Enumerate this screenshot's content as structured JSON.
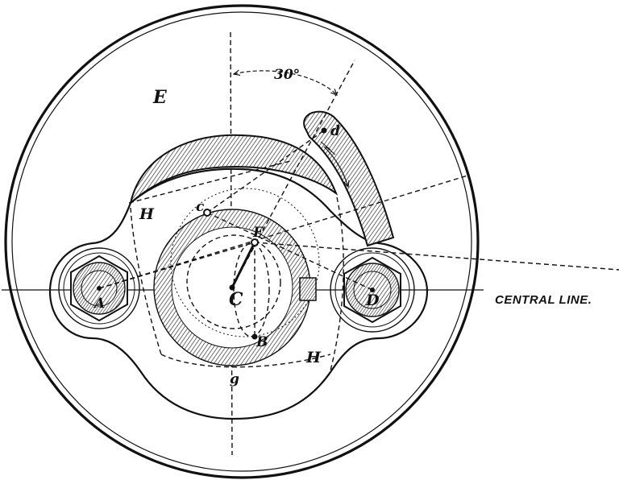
{
  "labels": {
    "disc": "E",
    "plate_left": "H",
    "plate_right": "H",
    "bolt_left": "A",
    "bolt_right": "D",
    "center": "C",
    "point_b": "B",
    "point_f": "F",
    "point_c": "c",
    "point_d": "d",
    "point_g": "g",
    "angle": "30°",
    "central_line": "CENTRAL LINE."
  },
  "colors": {
    "ink": "#111111",
    "paper": "#ffffff"
  }
}
